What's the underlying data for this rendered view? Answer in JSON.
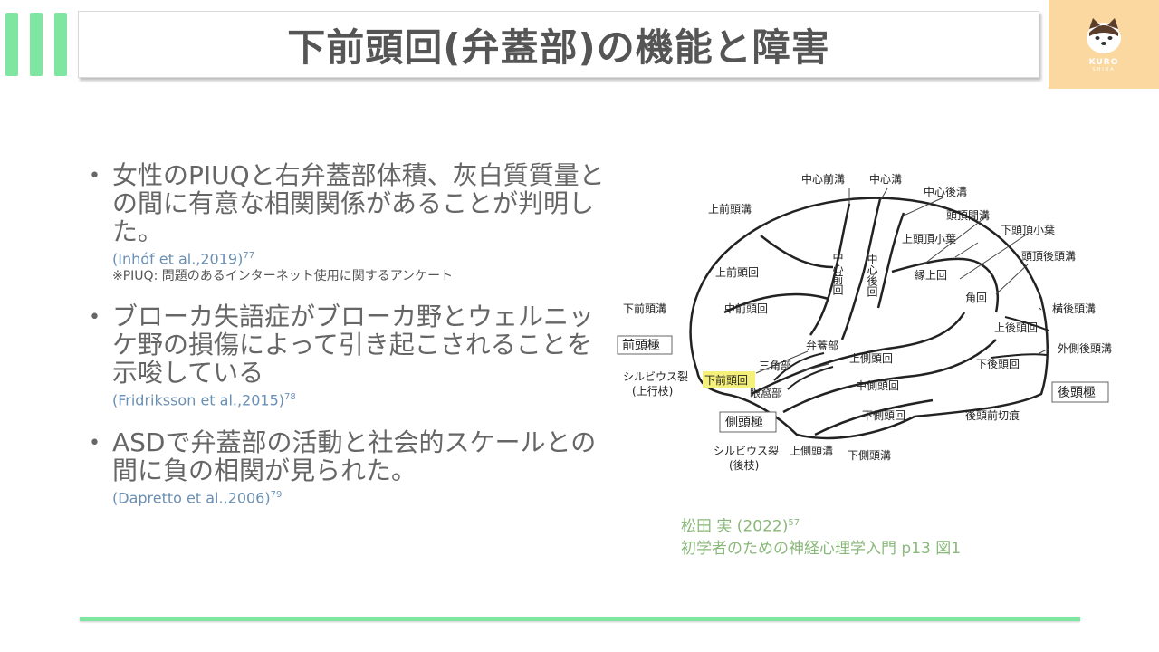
{
  "title": "下前頭回(弁蓋部)の機能と障害",
  "logo": {
    "name": "KURO",
    "sub": "SHIBA"
  },
  "bullets": [
    {
      "text": "女性のPIUQと右弁蓋部体積、灰白質質量との間に有意な相関関係があることが判明した。",
      "cite": "(Inhóf et al.,2019)",
      "cite_num": "77",
      "note": "※PIUQ: 問題のあるインターネット使用に関するアンケート"
    },
    {
      "text": "ブローカ失語症がブローカ野とウェルニッケ野の損傷によって引き起こされることを示唆している",
      "cite": "(Fridriksson et al.,2015)",
      "cite_num": "78"
    },
    {
      "text": "ASDで弁蓋部の活動と社会的スケールとの間に負の相関が見られた。",
      "cite": "(Dapretto et al.,2006)",
      "cite_num": "79"
    }
  ],
  "diagram": {
    "labels": {
      "chushin_zenko": "中心前溝",
      "chushin_ko": "中心溝",
      "chushin_goko": "中心後溝",
      "jo_zento_ko": "上前頭溝",
      "tocho_kan_ko": "頭頂間溝",
      "ka_tocho_shoyo": "下頭頂小葉",
      "jo_tocho_shoyo": "上頭頂小葉",
      "tocho_goto_ko": "頭頂後頭溝",
      "chushin_zenkai": "中心前回",
      "chushin_gokai": "中心後回",
      "jo_zento_kai": "上前頭回",
      "enjo_kai": "縁上回",
      "ka_zento_ko": "下前頭溝",
      "chu_zento_kai": "中前頭回",
      "kaku_kai": "角回",
      "o_goto_ko": "横後頭溝",
      "jo_goto_kai": "上後頭回",
      "gaisoku_goto_ko": "外側後頭溝",
      "zento_kyoku": "前頭極",
      "bengai_bu": "弁蓋部",
      "jo_sokuto_kai": "上側頭回",
      "sylvian_upper": "シルビウス裂",
      "sylvian_upper_sub": "(上行枝)",
      "ka_zento_kai": "下前頭回",
      "sankaku_bu": "三角部",
      "ka_goto_kai": "下後頭回",
      "gokai_bu": "眼窩部",
      "chu_sokuto_kai": "中側頭回",
      "goto_kyoku": "後頭極",
      "sokuto_kyoku": "側頭極",
      "ka_sokuto_kai": "下側頭回",
      "goto_zen_sekkon": "後頭前切痕",
      "sylvian_back": "シルビウス裂",
      "sylvian_back_sub": "(後枝)",
      "jo_sokuto_ko": "上側頭溝",
      "ka_sokuto_ko": "下側頭溝"
    },
    "highlight_color": "#f5f07a"
  },
  "caption": {
    "line1": "松田 実 (2022)",
    "line1_num": "57",
    "line2": "初学者のための神経心理学入門  p13 図1"
  },
  "colors": {
    "accent": "#7ee6a0",
    "logo_bg": "#fbd89f",
    "cite": "#6a8fb3",
    "caption": "#8ab87a"
  }
}
